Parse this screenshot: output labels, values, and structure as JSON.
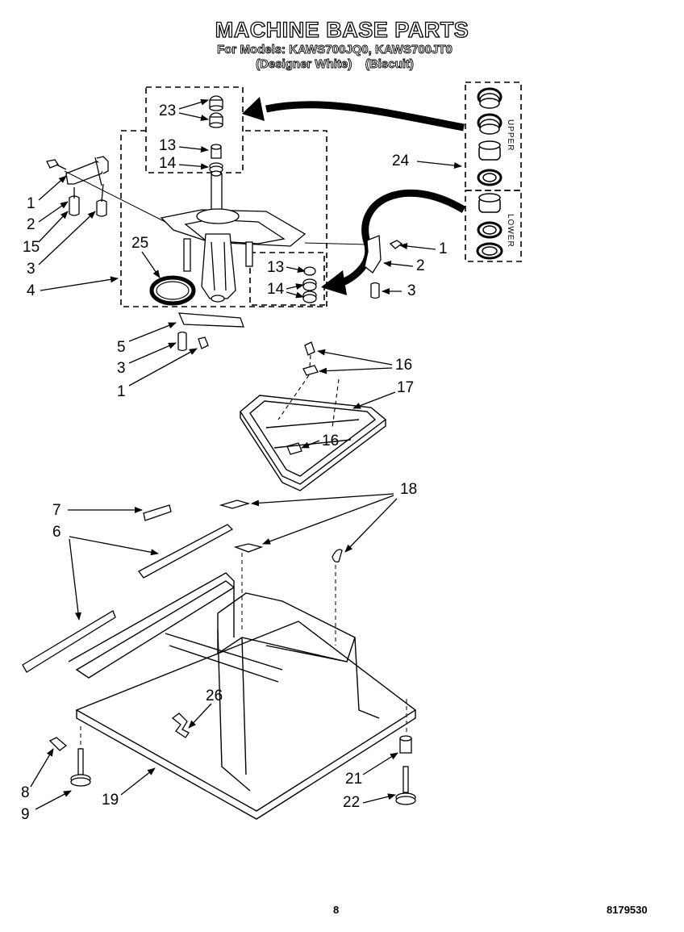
{
  "header": {
    "title": "MACHINE BASE PARTS",
    "models_line": "For Models: KAWS700JQ0, KAWS700JT0",
    "variants_line": "(Designer White)    (Biscuit)"
  },
  "kit_labels": {
    "upper": "UPPER",
    "lower": "LOWER"
  },
  "callouts": [
    {
      "id": "c23",
      "text": "23"
    },
    {
      "id": "c13a",
      "text": "13"
    },
    {
      "id": "c14a",
      "text": "14"
    },
    {
      "id": "c24",
      "text": "24"
    },
    {
      "id": "c1a",
      "text": "1"
    },
    {
      "id": "c2a",
      "text": "2"
    },
    {
      "id": "c15",
      "text": "15"
    },
    {
      "id": "c3a",
      "text": "3"
    },
    {
      "id": "c25",
      "text": "25"
    },
    {
      "id": "c4",
      "text": "4"
    },
    {
      "id": "c13b",
      "text": "13"
    },
    {
      "id": "c14b",
      "text": "14"
    },
    {
      "id": "c1b",
      "text": "1"
    },
    {
      "id": "c2b",
      "text": "2"
    },
    {
      "id": "c3b",
      "text": "3"
    },
    {
      "id": "c5",
      "text": "5"
    },
    {
      "id": "c3c",
      "text": "3"
    },
    {
      "id": "c1c",
      "text": "1"
    },
    {
      "id": "c16a",
      "text": "16"
    },
    {
      "id": "c17",
      "text": "17"
    },
    {
      "id": "c16b",
      "text": "16"
    },
    {
      "id": "c7",
      "text": "7"
    },
    {
      "id": "c18",
      "text": "18"
    },
    {
      "id": "c6",
      "text": "6"
    },
    {
      "id": "c26",
      "text": "26"
    },
    {
      "id": "c8",
      "text": "8"
    },
    {
      "id": "c9",
      "text": "9"
    },
    {
      "id": "c19",
      "text": "19"
    },
    {
      "id": "c21",
      "text": "21"
    },
    {
      "id": "c22",
      "text": "22"
    }
  ],
  "footer": {
    "page_number": "8",
    "doc_number": "8179530"
  }
}
